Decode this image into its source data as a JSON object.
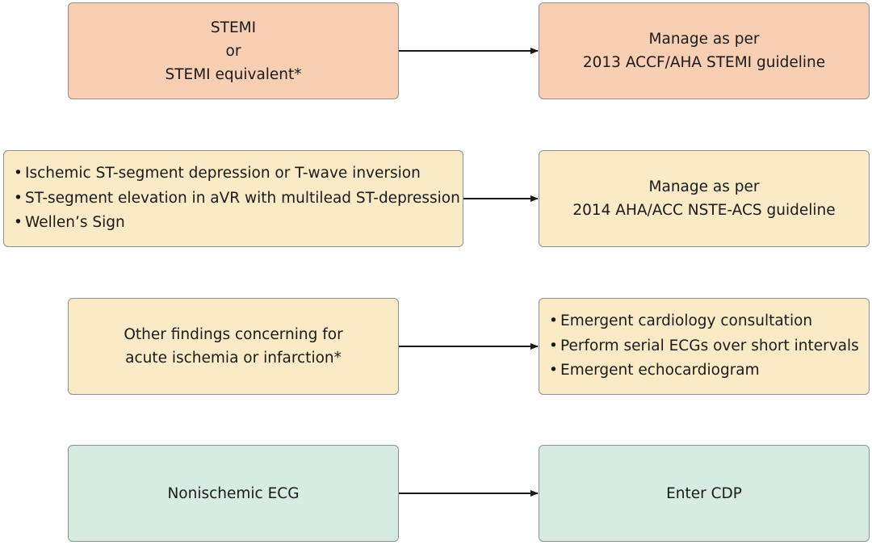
{
  "rows": [
    {
      "left": {
        "lines": [
          "STEMI",
          "or",
          "STEMI equivalent*"
        ]
      },
      "right": {
        "lines": [
          "Manage as per",
          "2013 ACCF/AHA STEMI guideline"
        ]
      }
    },
    {
      "left": {
        "bullets": [
          "Ischemic ST-segment depression or T-wave inversion",
          "ST-segment elevation in aVR with multilead ST-depression",
          "Wellen’s Sign"
        ]
      },
      "right": {
        "lines": [
          "Manage as per",
          "2014 AHA/ACC NSTE-ACS guideline"
        ]
      }
    },
    {
      "left": {
        "lines": [
          "Other findings concerning for",
          "acute ischemia or infarction*"
        ]
      },
      "right": {
        "bullets": [
          "Emergent cardiology consultation",
          "Perform serial ECGs over short intervals",
          "Emergent echocardiogram"
        ]
      }
    },
    {
      "left": {
        "lines": [
          "Nonischemic ECG"
        ]
      },
      "right": {
        "lines": [
          "Enter CDP"
        ]
      }
    }
  ],
  "bullet_glyph": "•",
  "colors": {
    "stemi_fill": "#f8cfb3",
    "ischemia_fill": "#faeac6",
    "nonischemic_fill": "#d7ece0",
    "border": "#8f8f8f",
    "arrow": "#1a1a1a"
  }
}
